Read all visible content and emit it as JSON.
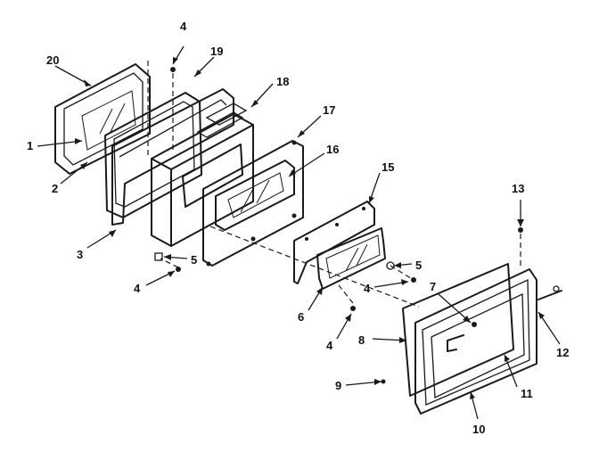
{
  "callouts": {
    "c1": "1",
    "c2": "2",
    "c3": "3",
    "c4a": "4",
    "c4b": "4",
    "c4c": "4",
    "c4d": "4",
    "c5a": "5",
    "c5b": "5",
    "c6": "6",
    "c7": "7",
    "c8": "8",
    "c9": "9",
    "c10": "10",
    "c11": "11",
    "c12": "12",
    "c13": "13",
    "c15": "15",
    "c16": "16",
    "c17": "17",
    "c18": "18",
    "c19": "19",
    "c20": "20"
  },
  "colors": {
    "ink": "#1a1a1a",
    "background": "#ffffff"
  }
}
